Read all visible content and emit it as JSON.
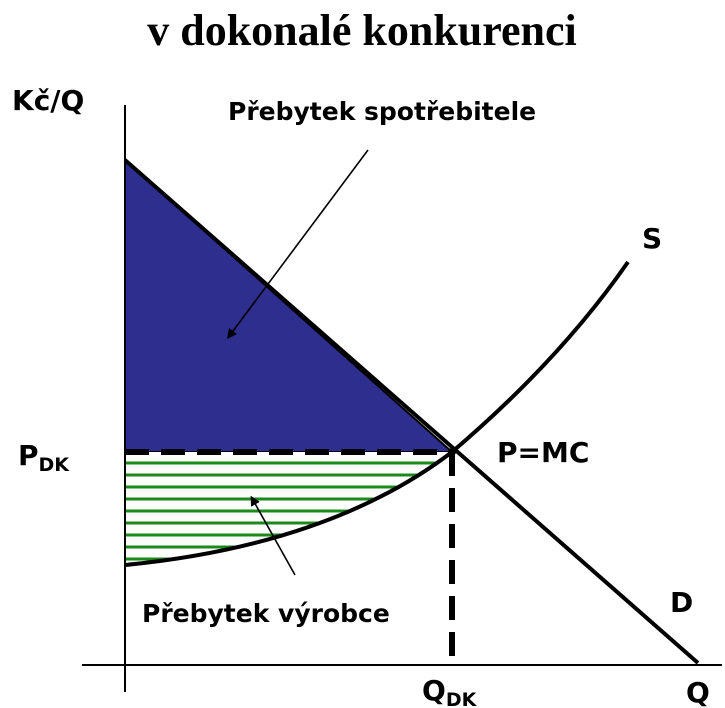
{
  "title": "v dokonalé konkurenci",
  "axes": {
    "y_label": "Kč/Q",
    "x_label": "Q"
  },
  "curves": {
    "supply_label": "S",
    "demand_label": "D"
  },
  "equilibrium": {
    "label": "P=MC",
    "price_main": "P",
    "price_sub": "DK",
    "quantity_main": "Q",
    "quantity_sub": "DK"
  },
  "areas": {
    "consumer_surplus_label": "Přebytek spotřebitele",
    "producer_surplus_label": "Přebytek výrobce"
  },
  "colors": {
    "consumer_surplus_fill": "#2e2e8f",
    "producer_surplus_hatch": "#1a8a1a",
    "lines": "#000000"
  }
}
